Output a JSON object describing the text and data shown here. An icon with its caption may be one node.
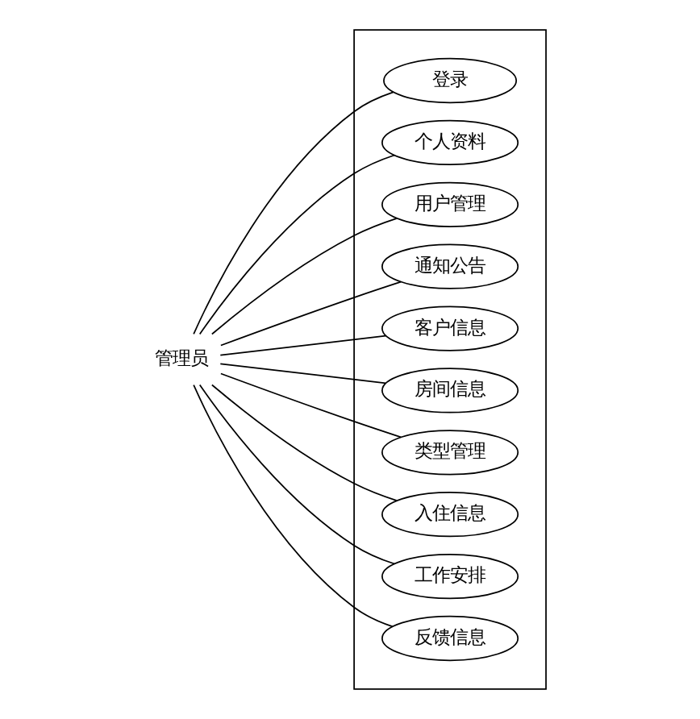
{
  "diagram": {
    "nodes": [
      {
        "text": [
          "管理员"
        ]
      },
      {
        "text": [],
        "shape": "box"
      },
      {
        "text": [
          "登录"
        ],
        "in": 1
      },
      {
        "text": [
          "个人资料"
        ],
        "in": 1
      },
      {
        "text": [
          "用户管理"
        ],
        "in": 1
      },
      {
        "text": [
          "通知公告"
        ],
        "in": 1
      },
      {
        "text": [
          "客户信息"
        ],
        "in": 1
      },
      {
        "text": [
          "房间信息"
        ],
        "in": 1
      },
      {
        "text": [
          "类型管理"
        ],
        "in": 1
      },
      {
        "text": [
          "入住信息"
        ],
        "in": 1
      },
      {
        "text": [
          "工作安排"
        ],
        "in": 1
      },
      {
        "text": [
          "反馈信息"
        ],
        "in": 1
      }
    ],
    "edges": [
      {
        "from": 0,
        "to": 2,
        "arrow": "none"
      },
      {
        "from": 0,
        "to": 3,
        "arrow": "none"
      },
      {
        "from": 0,
        "to": 4,
        "arrow": "none"
      },
      {
        "from": 0,
        "to": 5,
        "arrow": "none"
      },
      {
        "from": 0,
        "to": 6,
        "arrow": "none"
      },
      {
        "from": 0,
        "to": 7,
        "arrow": "none"
      },
      {
        "from": 0,
        "to": 8,
        "arrow": "none"
      },
      {
        "from": 0,
        "to": 9,
        "arrow": "none"
      },
      {
        "from": 0,
        "to": 10,
        "arrow": "none"
      },
      {
        "from": 0,
        "to": 11,
        "arrow": "none"
      }
    ]
  }
}
